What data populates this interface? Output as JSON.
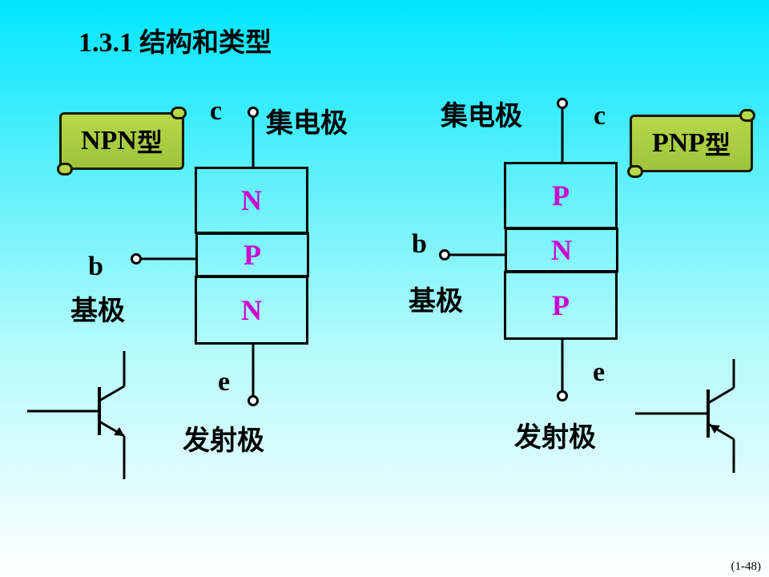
{
  "title": {
    "number": "1.3.1",
    "text": "结构和类型"
  },
  "npn": {
    "badge_type": "NPN",
    "badge_suffix": "型",
    "layers": [
      "N",
      "P",
      "N"
    ],
    "collector_letter": "c",
    "collector_name": "集电极",
    "base_letter": "b",
    "base_name": "基极",
    "emitter_letter": "e",
    "emitter_name": "发射极"
  },
  "pnp": {
    "badge_type": "PNP",
    "badge_suffix": "型",
    "layers": [
      "P",
      "N",
      "P"
    ],
    "collector_letter": "c",
    "collector_name": "集电极",
    "base_letter": "b",
    "base_name": "基极",
    "emitter_letter": "e",
    "emitter_name": "发射极"
  },
  "page_number": "(1-48)",
  "colors": {
    "layer_text": "#cc00cc",
    "badge": "#a8cc40",
    "background_top": "#00e6ff"
  }
}
